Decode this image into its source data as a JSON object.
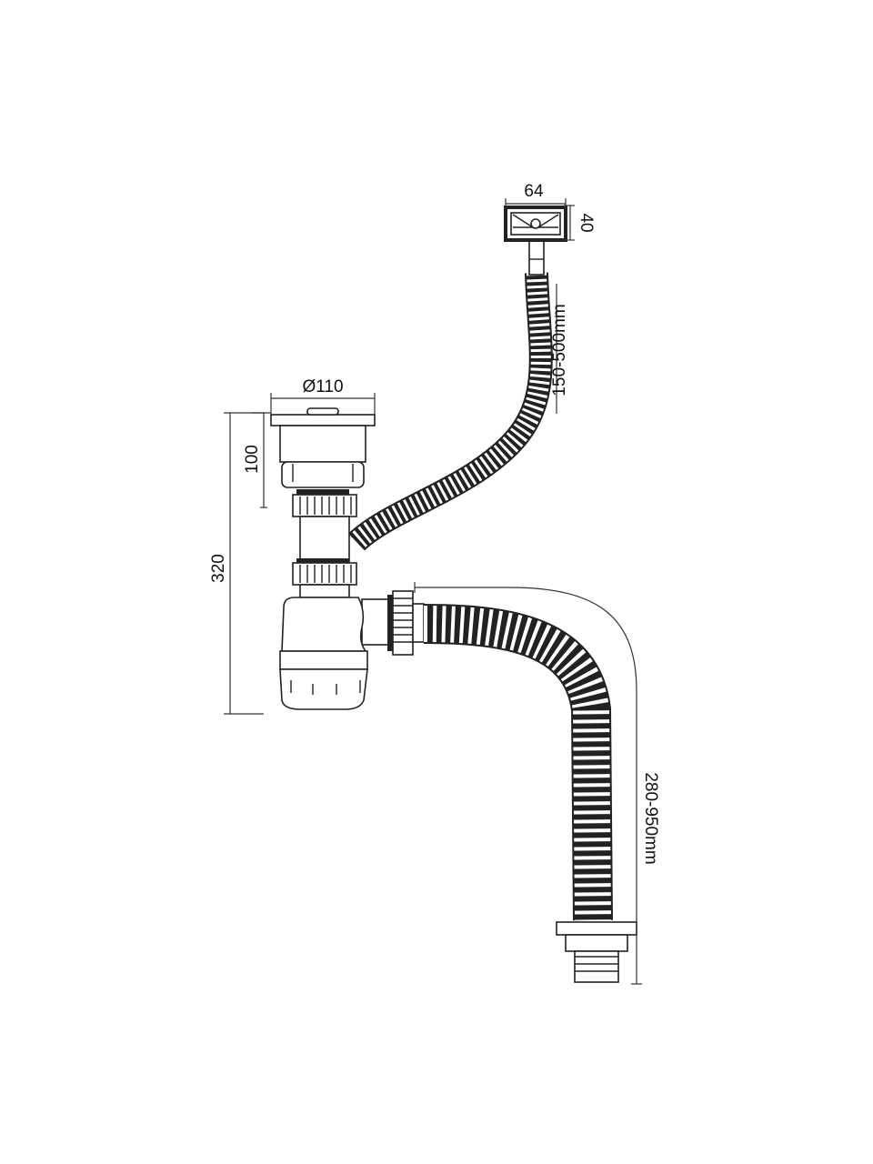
{
  "title": "Sink siphon with overflow and flexible hoses",
  "dimensions": {
    "overflow_width": "64",
    "overflow_height": "40",
    "overflow_hose_length": "150-500mm",
    "strainer_diameter": "Ø110",
    "strainer_height": "100",
    "total_height": "320",
    "outlet_hose_length": "280-950mm"
  },
  "colors": {
    "line": "#222222",
    "background": "#ffffff"
  }
}
